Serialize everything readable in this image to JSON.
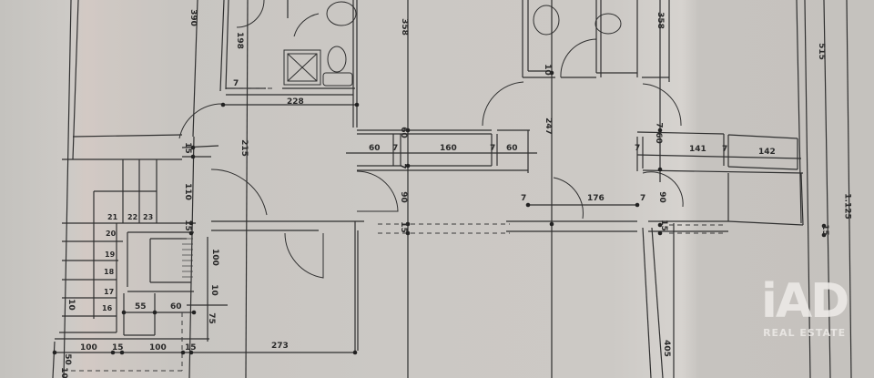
{
  "plan": {
    "description": "Photographed architectural floor plan with dimension annotations",
    "line_color": "#2a2a2a",
    "paper_color": "#cbc8c4"
  },
  "dimensions": {
    "d390": "390",
    "d198": "198",
    "d358a": "358",
    "d358b": "358",
    "d515": "515",
    "d228": "228",
    "d7a": "7",
    "d10a": "10",
    "d247": "247",
    "d60a": "60",
    "d7b": "7",
    "d60b": "60",
    "d160": "160",
    "d7c": "7",
    "d60c": "60",
    "d7d": "7",
    "d60d": "60",
    "d7e": "7",
    "d141": "141",
    "d7f": "7",
    "d142": "142",
    "d15a": "15",
    "d215": "215",
    "d110": "110",
    "d90a": "90",
    "d7g": "7",
    "d176": "176",
    "d7h": "7",
    "d90b": "90",
    "d15b": "15",
    "d15c": "15",
    "d15d": "15",
    "d15e": "15",
    "d1125": "1.125",
    "d100a": "100",
    "d10b": "10",
    "d75": "75",
    "d55": "55",
    "d60e": "60",
    "d100b": "100",
    "d15f": "15",
    "d100c": "100",
    "d15g": "15",
    "d273": "273",
    "d405": "405",
    "d10c": "10",
    "d50": "50",
    "d10d": "10"
  },
  "stairs": {
    "steps": [
      "16",
      "17",
      "18",
      "19",
      "20",
      "21",
      "22",
      "23"
    ]
  },
  "watermark": {
    "logo": "iAD",
    "subtitle": "REAL ESTATE"
  }
}
